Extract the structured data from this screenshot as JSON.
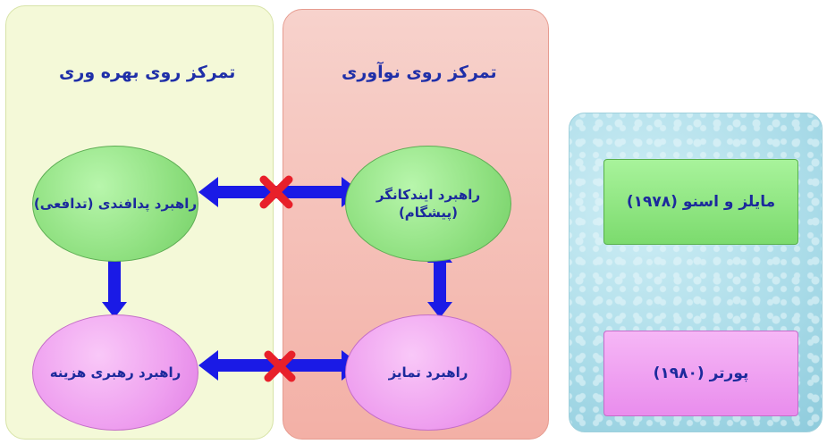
{
  "panels": {
    "efficiency_title": "تمرکز روی بهره وری",
    "innovation_title": "تمرکز روی نوآوری"
  },
  "nodes": {
    "defensive": "راهبرد پدافندی (تدافعی)",
    "prospector": "راهبرد ایندکانگر (پیشگام)",
    "cost_leadership": "راهبرد رهبری هزینه",
    "differentiation": "راهبرد تمایز"
  },
  "sources": {
    "miles_snow": "مایلز و اسنو (۱۹۷۸)",
    "porter": "پورتر (۱۹۸۰)"
  },
  "colors": {
    "arrow": "#1a1ae6",
    "cross": "#e8202a",
    "text": "#1c2a9c"
  }
}
